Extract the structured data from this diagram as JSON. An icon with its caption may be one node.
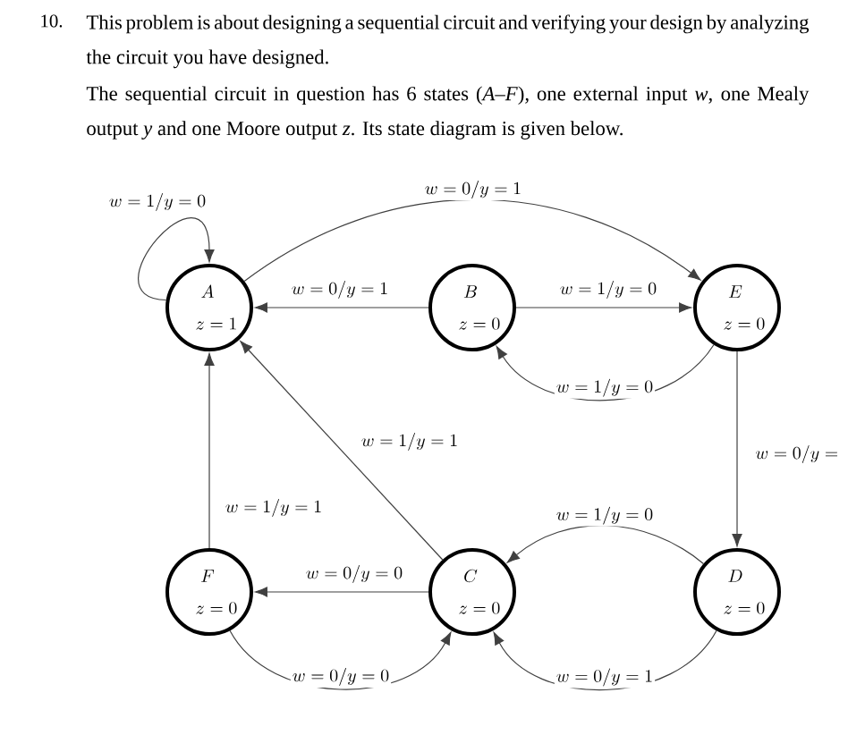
{
  "diagram": {
    "nodes": [
      {
        "text": [
          "A",
          "z = 1"
        ]
      },
      {
        "text": [
          "B",
          "z = 0"
        ]
      },
      {
        "text": [
          "E",
          "z = 0"
        ]
      },
      {
        "text": [
          "F",
          "z = 0"
        ]
      },
      {
        "text": [
          "C",
          "z = 0"
        ]
      },
      {
        "text": [
          "D",
          "z = 0"
        ]
      }
    ],
    "edges": [
      {
        "from": 0,
        "to": 0,
        "arrow": "to",
        "label": "w = 1/y = 0"
      },
      {
        "from": 0,
        "to": 2,
        "arrow": "to",
        "label": "w = 0/y = 1"
      },
      {
        "from": 1,
        "to": 0,
        "arrow": "to",
        "label": "w = 0/y = 1"
      },
      {
        "from": 1,
        "to": 2,
        "arrow": "to",
        "label": "w = 1/y = 0"
      },
      {
        "from": 2,
        "to": 1,
        "arrow": "to",
        "label": "w = 1/y = 0"
      },
      {
        "from": 2,
        "to": 5,
        "arrow": "to",
        "label": "w = 0/y ="
      },
      {
        "from": 4,
        "to": 0,
        "arrow": "to",
        "label": "w = 1/y = 1"
      },
      {
        "from": 3,
        "to": 0,
        "arrow": "to",
        "label": "w = 1/y = 1"
      },
      {
        "from": 5,
        "to": 4,
        "arrow": "to",
        "label": "w = 1/y = 0"
      },
      {
        "from": 4,
        "to": 3,
        "arrow": "to",
        "label": "w = 0/y = 0"
      },
      {
        "from": 3,
        "to": 4,
        "arrow": "to",
        "label": "w = 0/y = 0"
      },
      {
        "from": 5,
        "to": 4,
        "arrow": "to",
        "label": "w = 0/y = 1"
      }
    ],
    "labels": [
      "10.",
      "This problem is about designing a sequential circuit and verifying your design by analyzing the circuit you have designed.",
      "The sequential circuit in question has 6 states (*A*–*F*), one external input *w*, one Mealy output *y* and one Moore output *z*. Its state diagram is given below."
    ]
  }
}
